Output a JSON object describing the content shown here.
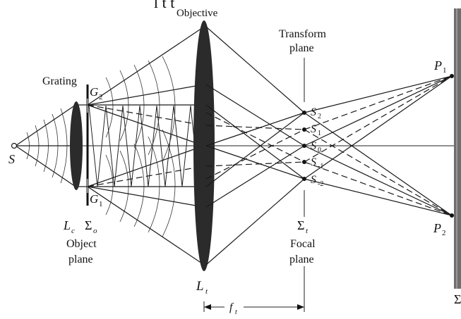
{
  "top_text": "ſ t t",
  "labels": {
    "objective": "Objective",
    "transform_plane_line1": "Transform",
    "transform_plane_line2": "plane",
    "grating": "Grating",
    "g2": "G",
    "g2_sub": "2",
    "g1": "G",
    "g1_sub": "1",
    "source": "S",
    "lc": "L",
    "lc_sub": "c",
    "sigma_o": "Σ",
    "sigma_o_sub": "o",
    "object_plane_line1": "Object",
    "object_plane_line2": "plane",
    "lt": "L",
    "lt_sub": "t",
    "sigma_t": "Σ",
    "sigma_t_sub": "t",
    "focal_plane_line1": "Focal",
    "focal_plane_line2": "plane",
    "focal_length": "f",
    "focal_length_sub": "t",
    "s2": "S",
    "s2_sub": "2",
    "s1": "S",
    "s1_sub": "1",
    "s0": "S",
    "s0_sub": "0",
    "sm1": "S",
    "sm1_sub": "-1",
    "sm2": "S",
    "sm2_sub": "-2",
    "p1": "P",
    "p1_sub": "1",
    "p2": "P",
    "p2_sub": "2",
    "sigma_i": "Σ"
  },
  "colors": {
    "ink": "#1a1a1a",
    "lens_fill": "#2b2b2b",
    "screen_fill": "#6e6e6e"
  }
}
